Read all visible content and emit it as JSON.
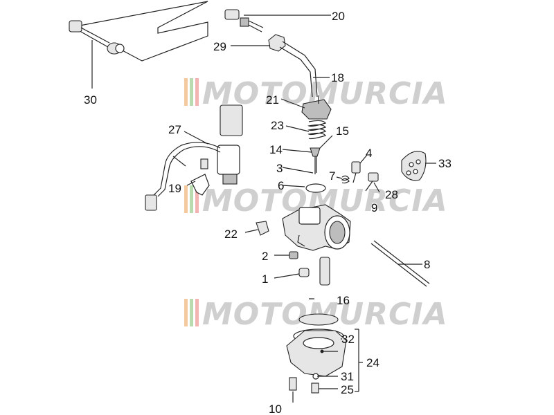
{
  "watermark": {
    "text": "MOTOMURCIA"
  },
  "callouts": [
    {
      "id": "20",
      "label": "20"
    },
    {
      "id": "29",
      "label": "29"
    },
    {
      "id": "30",
      "label": "30"
    },
    {
      "id": "18",
      "label": "18"
    },
    {
      "id": "21",
      "label": "21"
    },
    {
      "id": "23",
      "label": "23"
    },
    {
      "id": "15",
      "label": "15"
    },
    {
      "id": "27",
      "label": "27"
    },
    {
      "id": "14",
      "label": "14"
    },
    {
      "id": "4",
      "label": "4"
    },
    {
      "id": "33",
      "label": "33"
    },
    {
      "id": "3",
      "label": "3"
    },
    {
      "id": "7",
      "label": "7"
    },
    {
      "id": "6",
      "label": "6"
    },
    {
      "id": "28",
      "label": "28"
    },
    {
      "id": "19",
      "label": "19"
    },
    {
      "id": "9",
      "label": "9"
    },
    {
      "id": "22",
      "label": "22"
    },
    {
      "id": "2",
      "label": "2"
    },
    {
      "id": "8",
      "label": "8"
    },
    {
      "id": "1",
      "label": "1"
    },
    {
      "id": "16",
      "label": "16"
    },
    {
      "id": "32",
      "label": "32"
    },
    {
      "id": "24",
      "label": "24"
    },
    {
      "id": "31",
      "label": "31"
    },
    {
      "id": "25",
      "label": "25"
    },
    {
      "id": "10",
      "label": "10"
    }
  ]
}
